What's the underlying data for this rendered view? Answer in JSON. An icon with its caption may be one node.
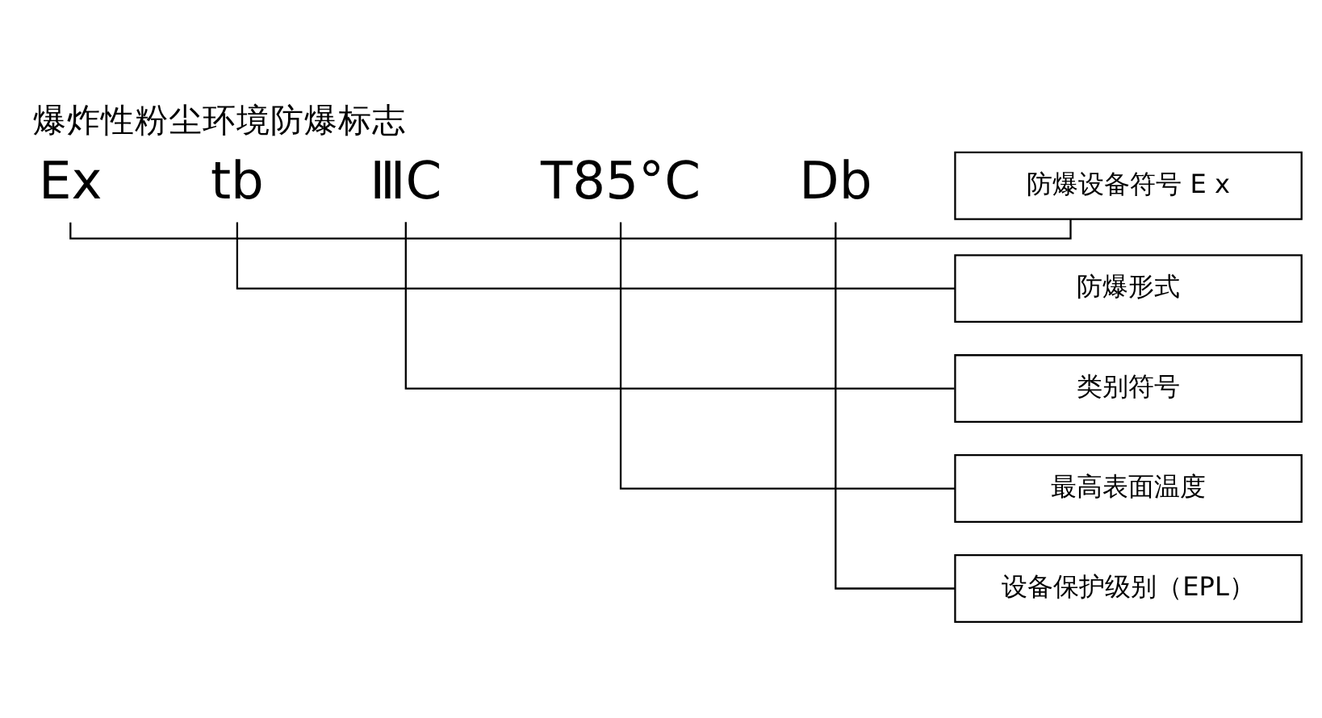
{
  "diagram": {
    "title": "爆炸性粉尘环境防爆标志",
    "nodes": [
      {
        "text": [
          "Ex"
        ]
      },
      {
        "text": [
          "tb"
        ]
      },
      {
        "text": [
          "ⅢC"
        ]
      },
      {
        "text": [
          "T85°C"
        ]
      },
      {
        "text": [
          "Db"
        ]
      },
      {
        "text": [
          "防爆设备符号 E x"
        ]
      },
      {
        "text": [
          "防爆形式"
        ]
      },
      {
        "text": [
          "类别符号"
        ]
      },
      {
        "text": [
          "最高表面温度"
        ]
      },
      {
        "text": [
          "设备保护级别（EPL）"
        ]
      }
    ],
    "edges": [
      {
        "from": 0,
        "to": 5,
        "arrow": "none"
      },
      {
        "from": 1,
        "to": 6,
        "arrow": "none"
      },
      {
        "from": 2,
        "to": 7,
        "arrow": "none"
      },
      {
        "from": 3,
        "to": 8,
        "arrow": "none"
      },
      {
        "from": 4,
        "to": 9,
        "arrow": "none"
      }
    ]
  }
}
